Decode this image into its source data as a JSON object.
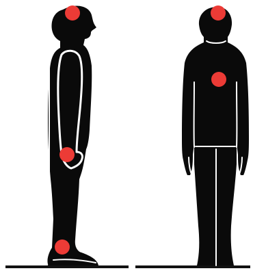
{
  "figure": {
    "background_color": "#ffffff",
    "silhouette_color": "#0a0a0a",
    "outline_color": "#ffffff",
    "marker_color": "#ec3b36",
    "ground_color": "#111111"
  },
  "figures": [
    {
      "view": "side",
      "markers": [
        "head",
        "hand",
        "ankle"
      ]
    },
    {
      "view": "front",
      "markers": [
        "head",
        "chest"
      ]
    }
  ]
}
